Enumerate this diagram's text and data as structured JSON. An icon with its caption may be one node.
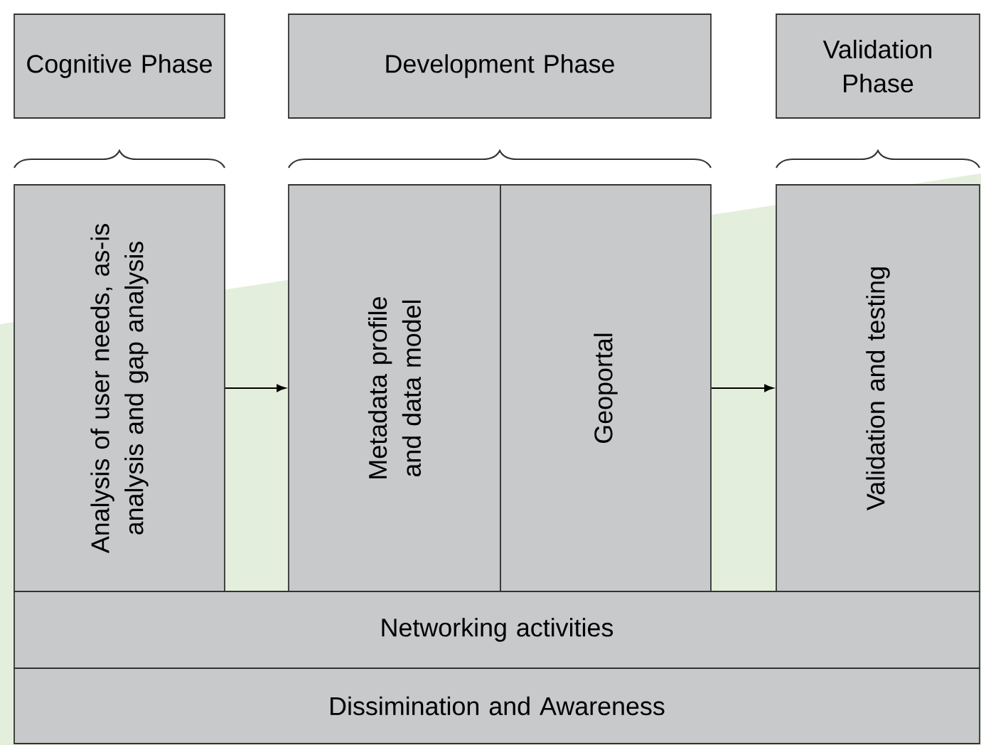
{
  "diagram": {
    "nodes": [
      {
        "text": [
          "Cognitive Phase"
        ]
      },
      {
        "text": [
          "Development Phase"
        ]
      },
      {
        "text": [
          "Validation Phase"
        ]
      },
      {
        "text": [
          "Analysis of user needs, as-is analysis and gap analysis"
        ]
      },
      {
        "text": [
          "Metadata profile and data model"
        ]
      },
      {
        "text": [
          "Geoportal"
        ]
      },
      {
        "text": [
          "Validation and testing"
        ]
      },
      {
        "text": [
          "Networking activities"
        ]
      },
      {
        "text": [
          "Dissimination and Awareness"
        ]
      }
    ],
    "edges": [
      {
        "from": 3,
        "to": 4,
        "arrow": "to"
      },
      {
        "from": 5,
        "to": 6,
        "arrow": "to"
      }
    ]
  }
}
